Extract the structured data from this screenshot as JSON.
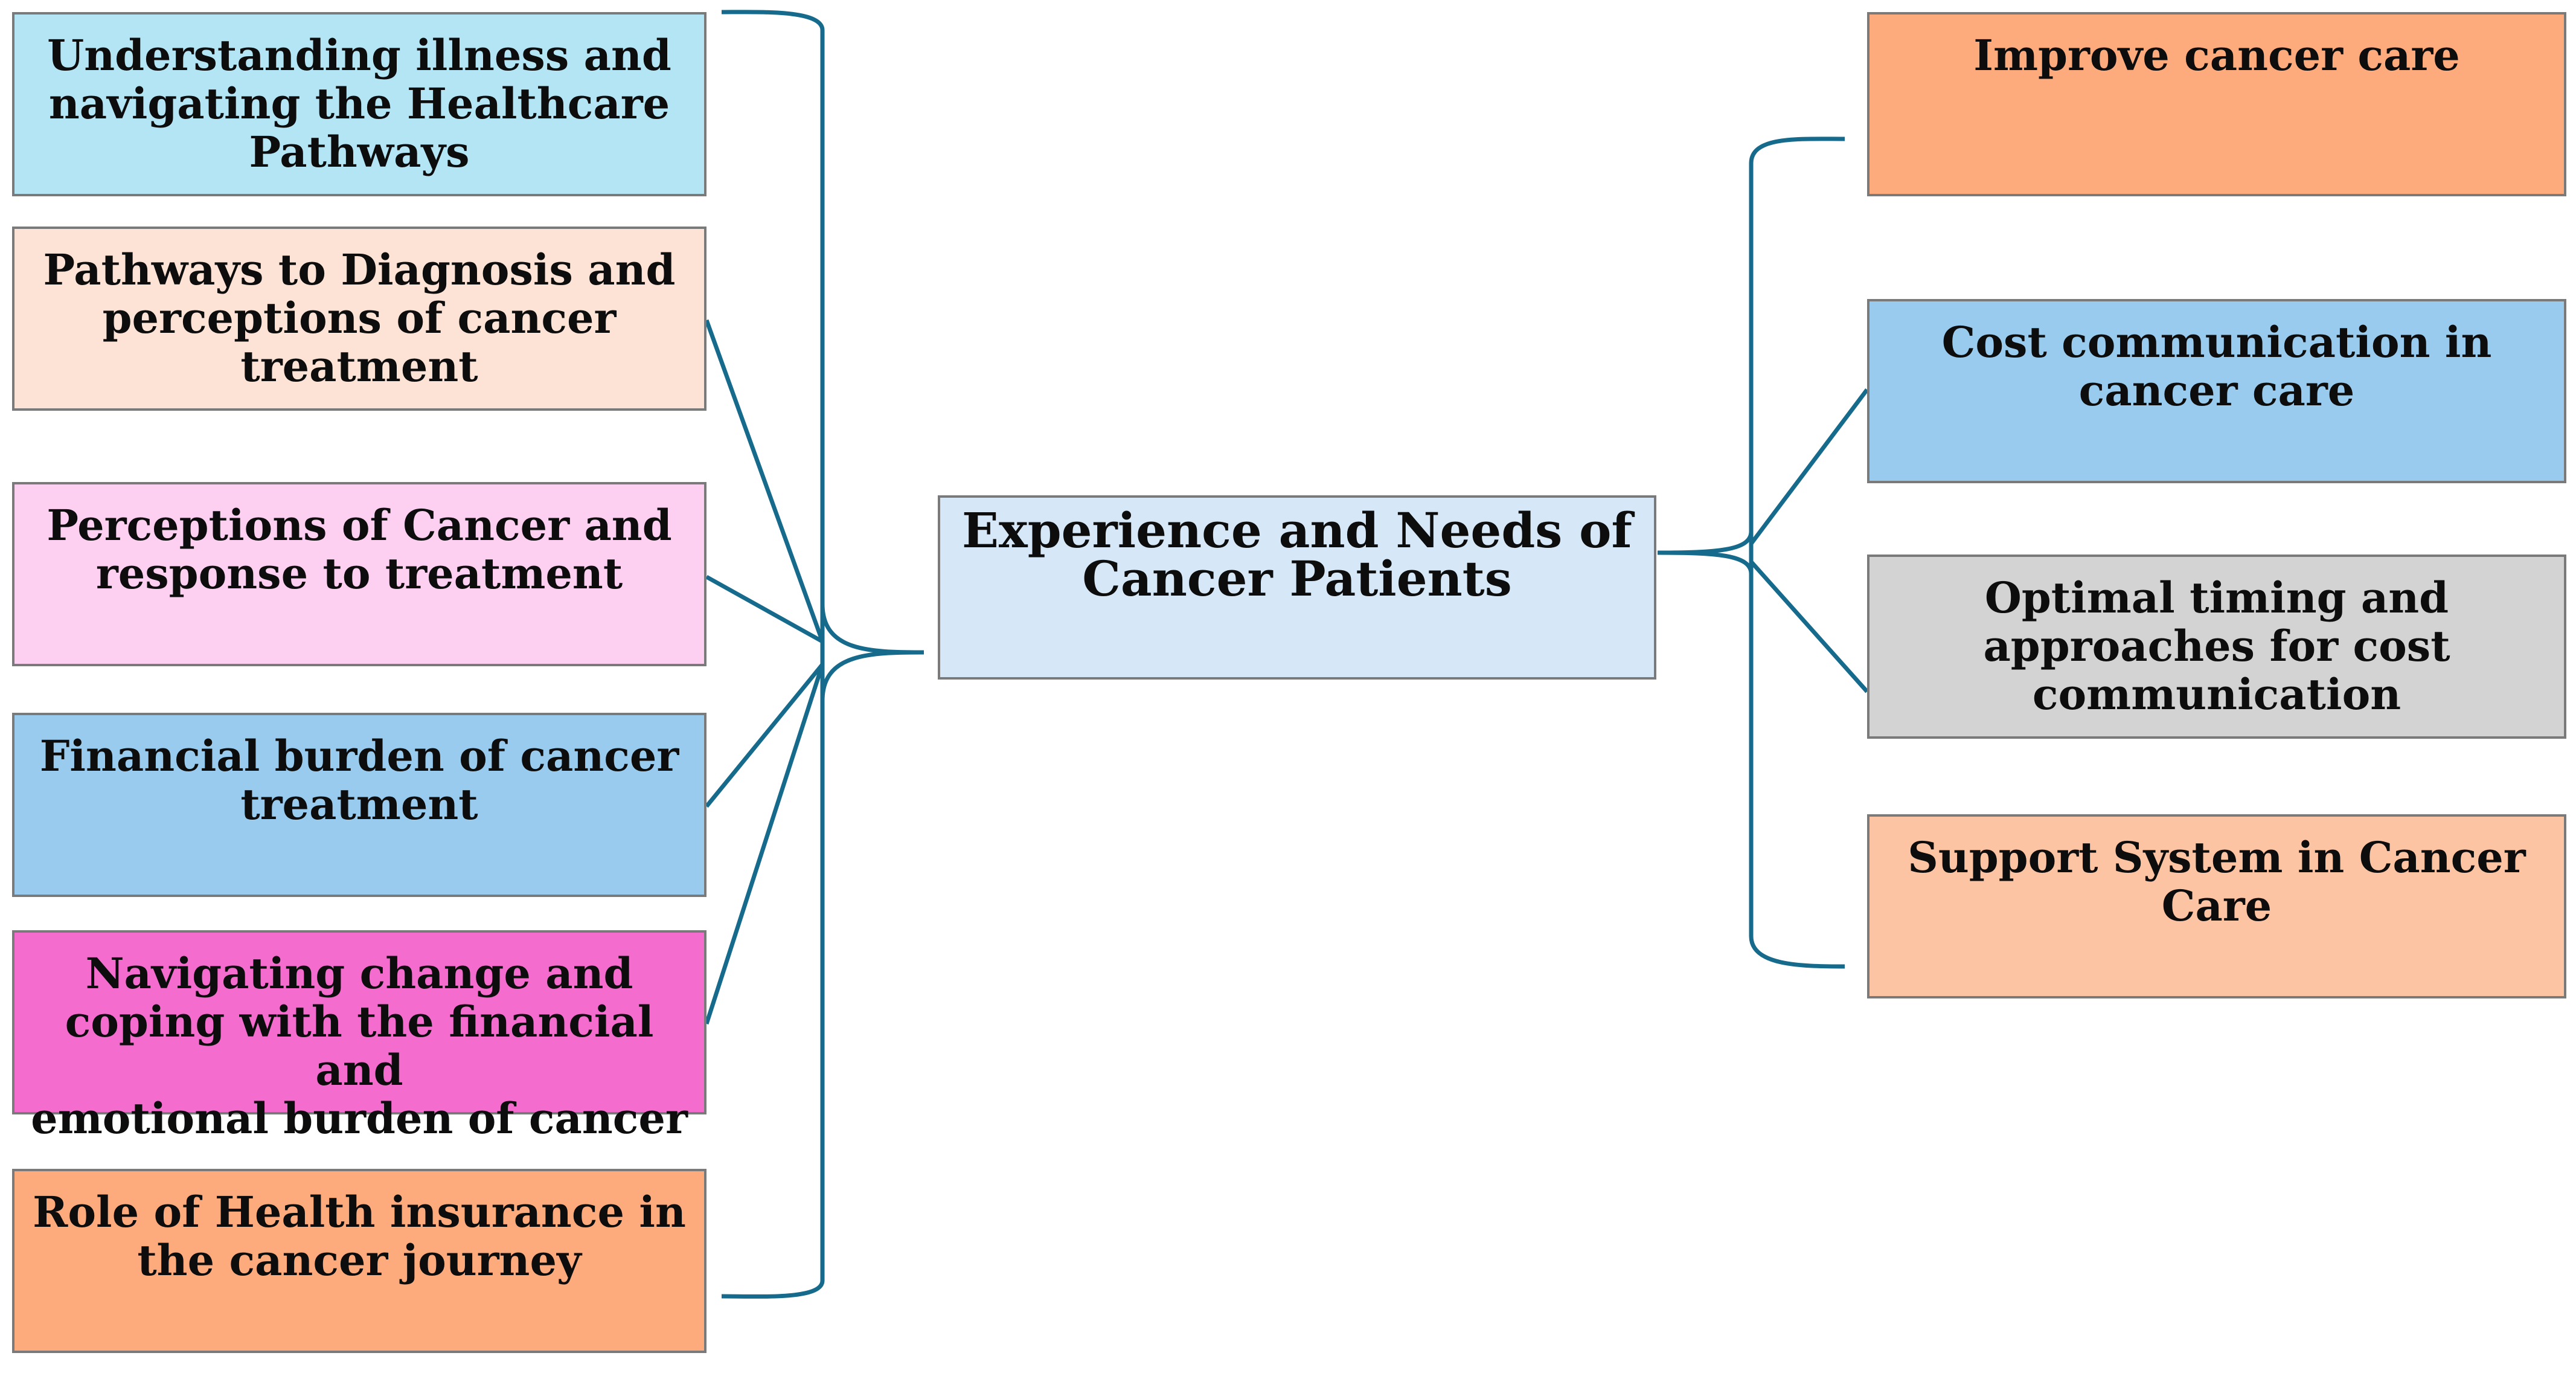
{
  "center": {
    "label": "Experience and Needs of\nCancer Patients",
    "color": "#d6e8f7"
  },
  "left_items": [
    {
      "label": "Understanding illness and\nnavigating the Healthcare\nPathways",
      "color": "#b3e5f5"
    },
    {
      "label": "Pathways to Diagnosis and\nperceptions of cancer\ntreatment",
      "color": "#fde3d6"
    },
    {
      "label": "Perceptions of Cancer and\nresponse to treatment",
      "color": "#fdcff1"
    },
    {
      "label": "Financial burden of cancer\ntreatment",
      "color": "#98cbee"
    },
    {
      "label": "Navigating change and\ncoping with the financial and\nemotional burden of cancer",
      "color": "#f56ccf"
    },
    {
      "label": "Role of Health insurance in\nthe cancer journey",
      "color": "#fdab7d"
    }
  ],
  "right_items": [
    {
      "label": "Improve cancer care",
      "color": "#fdab7d"
    },
    {
      "label": "Cost communication in\ncancer care",
      "color": "#98cbee"
    },
    {
      "label": "Optimal timing and\napproaches for cost\ncommunication",
      "color": "#d3d3d3"
    },
    {
      "label": "Support System in Cancer\nCare",
      "color": "#fdc4a3"
    }
  ],
  "connector_color": "#166a8c"
}
